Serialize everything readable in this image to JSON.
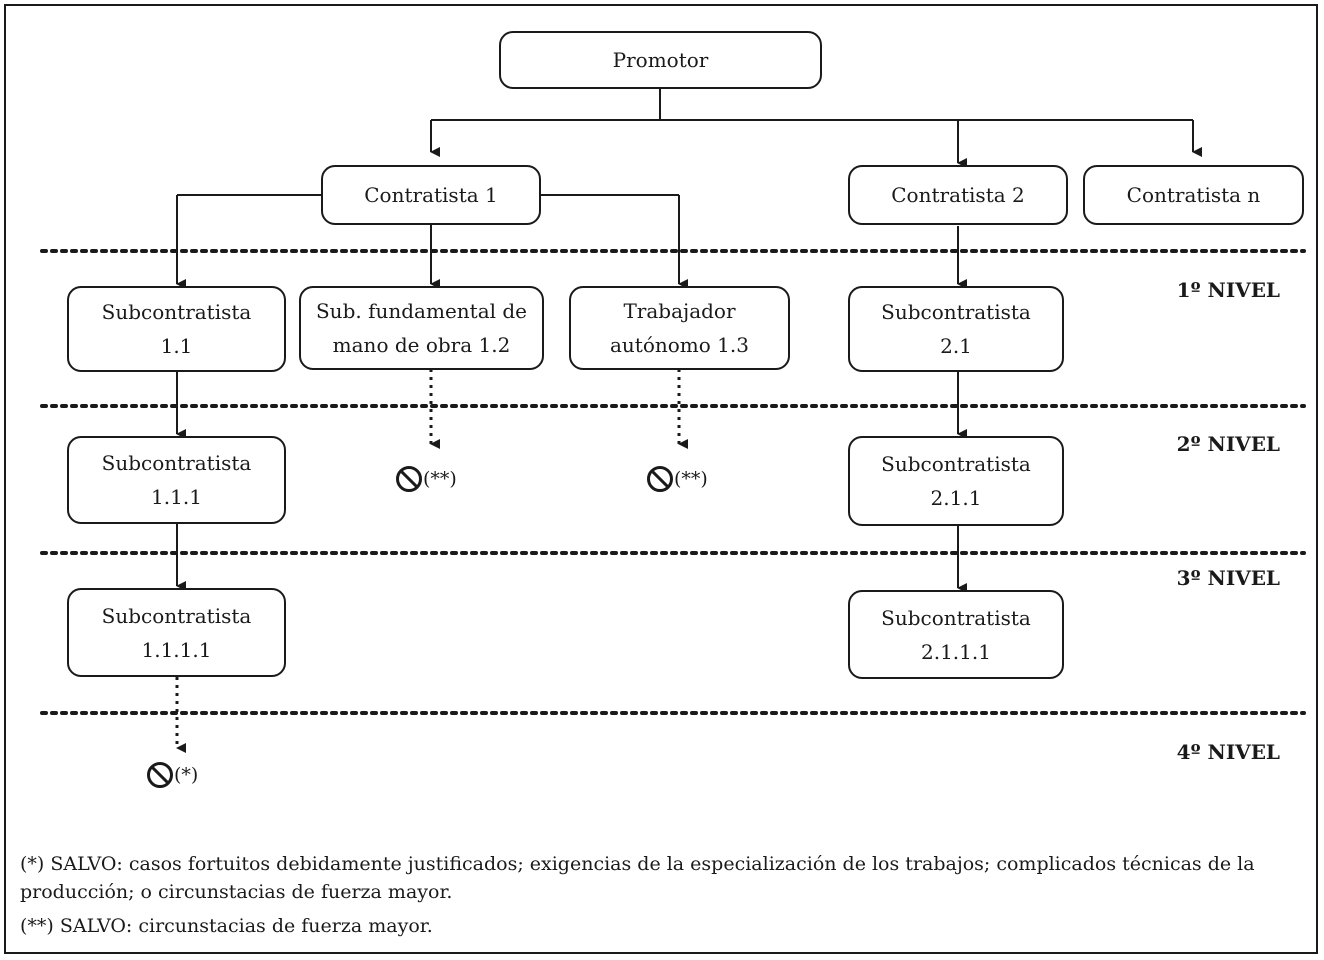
{
  "boxes": {
    "promotor": "Promotor",
    "contratista_1": "Contratista 1",
    "contratista_2": "Contratista 2",
    "contratista_n": "Contratista n",
    "sub_1_1": [
      "Subcontratista",
      "1.1"
    ],
    "sub_fund_1_2": [
      "Sub. fundamental de",
      "mano de obra 1.2"
    ],
    "trab_aut_1_3": [
      "Trabajador",
      "autónomo 1.3"
    ],
    "sub_2_1": [
      "Subcontratista",
      "2.1"
    ],
    "sub_1_1_1": [
      "Subcontratista",
      "1.1.1"
    ],
    "sub_2_1_1": [
      "Subcontratista",
      "2.1.1"
    ],
    "sub_1_1_1_1": [
      "Subcontratista",
      "1.1.1.1"
    ],
    "sub_2_1_1_1": [
      "Subcontratista",
      "2.1.1.1"
    ]
  },
  "levels": [
    "1º NIVEL",
    "2º NIVEL",
    "3º NIVEL",
    "4º NIVEL"
  ],
  "prohibitions": {
    "sub_fund_1_2": "(**)",
    "trab_aut_1_3": "(**)",
    "sub_1_1_1_1": "(*)"
  },
  "notes": {
    "note_single": "(*) SALVO: casos fortuitos debidamente justificados; exigencias de la especialización de los trabajos; complicados técnicas de la producción; o circunstacias de fuerza mayor.",
    "note_double": "(**) SALVO: circunstacias de fuerza mayor."
  }
}
